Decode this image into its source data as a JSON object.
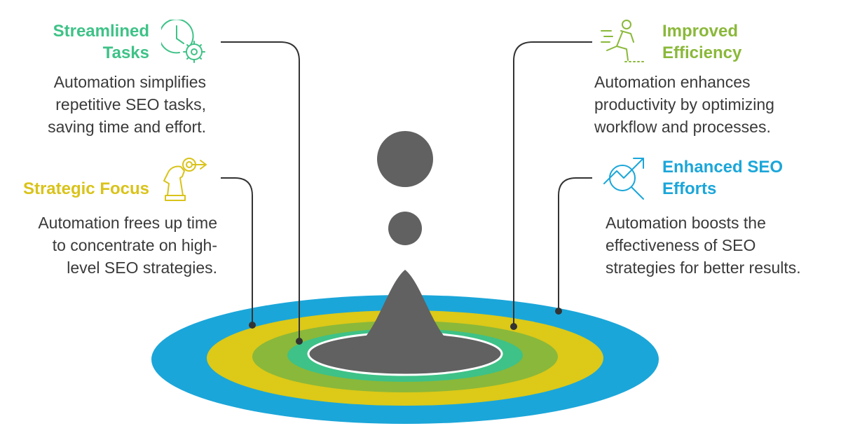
{
  "colors": {
    "background": "#ffffff",
    "ring_blue": "#1ba6d9",
    "ring_yellow": "#dcc918",
    "ring_olive": "#8ab83a",
    "ring_teal": "#3ec287",
    "center_gray": "#616161",
    "connector": "#333333",
    "text": "#3a3a3a"
  },
  "items": [
    {
      "title": "Streamlined Tasks",
      "title_lines": [
        "Streamlined",
        "Tasks"
      ],
      "color": "#3ec287",
      "icon": "clock-gear-icon",
      "description": [
        "Automation simplifies",
        "repetitive SEO tasks,",
        "saving time and effort."
      ]
    },
    {
      "title": "Strategic Focus",
      "title_lines": [
        "Strategic Focus"
      ],
      "color": "#d9c31a",
      "icon": "chess-knight-target-icon",
      "description": [
        "Automation frees up time",
        "to concentrate on high-",
        "level SEO strategies."
      ]
    },
    {
      "title": "Improved Efficiency",
      "title_lines": [
        "Improved",
        "Efficiency"
      ],
      "color": "#8ab83a",
      "icon": "running-person-icon",
      "description": [
        "Automation enhances",
        "productivity by optimizing",
        "workflow and processes."
      ]
    },
    {
      "title": "Enhanced SEO Efforts",
      "title_lines": [
        "Enhanced SEO",
        "Efforts"
      ],
      "color": "#1ba6d9",
      "icon": "growth-magnifier-icon",
      "description": [
        "Automation boosts the",
        "effectiveness of SEO",
        "strategies for better results."
      ]
    }
  ]
}
